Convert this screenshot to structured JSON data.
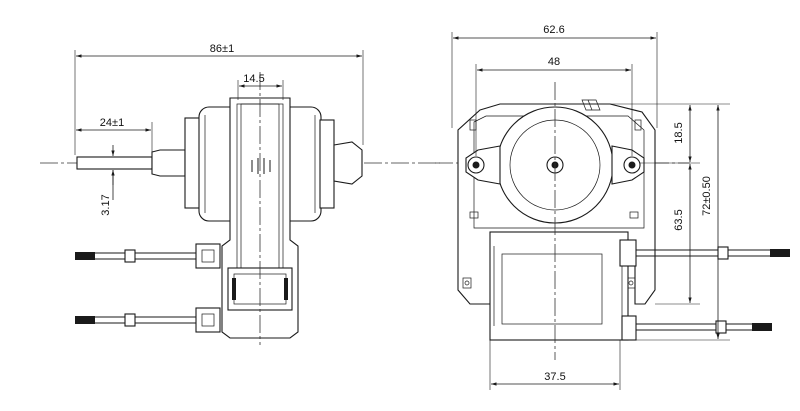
{
  "drawing": {
    "side_view": {
      "overall_length": "86±1",
      "bracket_width": "14.5",
      "shaft_length": "24±1",
      "shaft_diameter": "3.17"
    },
    "front_view": {
      "overall_width": "62.6",
      "mount_hole_spacing": "48",
      "top_offset": "18.5",
      "center_to_bottom": "63.5",
      "overall_height": "72±0.50",
      "coil_width": "37.5"
    }
  }
}
